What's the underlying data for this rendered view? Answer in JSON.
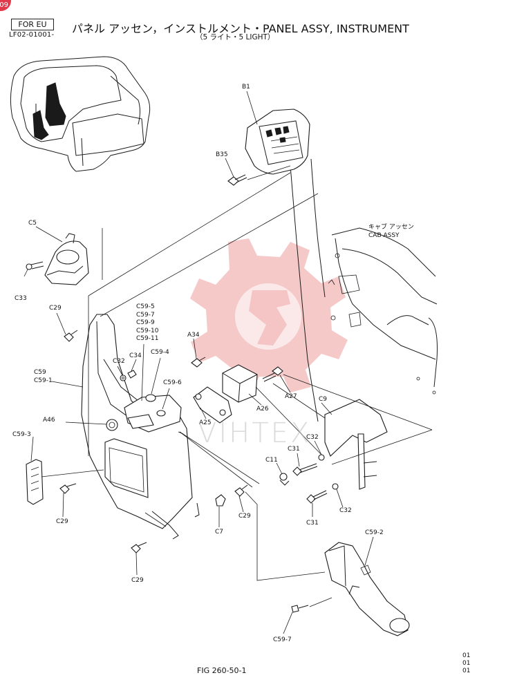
{
  "header": {
    "region": "FOR EU",
    "code": "LF02-01001-",
    "title": "パネル アッセン，インストルメント・PANEL ASSY, INSTRUMENT",
    "subtitle": "（5 ライト・5 LIGHT）",
    "corner_badge": "09"
  },
  "callouts": {
    "b1": "B1",
    "b35": "B35",
    "c5": "C5",
    "c33": "C33",
    "c29_a": "C29",
    "c59_group": [
      "C59-5",
      "C59-7",
      "C59-9",
      "C59-10",
      "C59-11"
    ],
    "a34": "A34",
    "c32_a": "C32",
    "c34": "C34",
    "c59_4": "C59-4",
    "c59_c59_1": [
      "C59",
      "C59-1"
    ],
    "c59_6": "C59-6",
    "a46": "A46",
    "c59_3": "C59-3",
    "a25": "A25",
    "a26": "A26",
    "a27": "A27",
    "c9": "C9",
    "c32_b": "C32",
    "c31_a": "C31",
    "c11": "C11",
    "c32_c": "C32",
    "c31_b": "C31",
    "c29_b": "C29",
    "c29_c": "C29",
    "c7": "C7",
    "c29_d": "C29",
    "c59_2": "C59-2",
    "c59_7": "C59-7"
  },
  "cab_label": [
    "キャブ アッセン",
    "CAB ASSY"
  ],
  "watermark_text": "VIHTEX",
  "footer": {
    "figure": "FIG 260-50-1",
    "revisions": [
      "01",
      "01",
      "01"
    ]
  },
  "colors": {
    "line": "#1a1a1a",
    "watermark": "#f3b7b7",
    "badge": "#e23a4a"
  }
}
